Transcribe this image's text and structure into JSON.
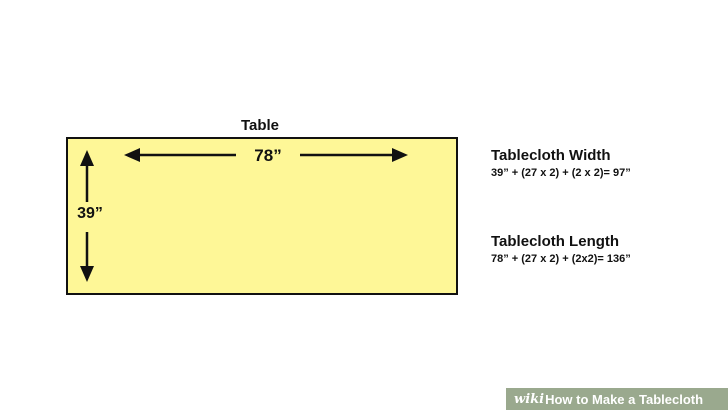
{
  "table": {
    "title": "Table",
    "width_label": "78”",
    "height_label": "39”",
    "fill_color": "#fef797",
    "border_color": "#111111"
  },
  "formulas": {
    "width": {
      "title": "Tablecloth Width",
      "expression": "39” + (27 x 2) + (2 x 2)= 97”"
    },
    "length": {
      "title": "Tablecloth Length",
      "expression": "78” + (27 x 2) + (2x2)= 136”"
    }
  },
  "footer": {
    "brand": "wiki",
    "text": "How to Make a Tablecloth",
    "background_color": "#9aa98e"
  }
}
